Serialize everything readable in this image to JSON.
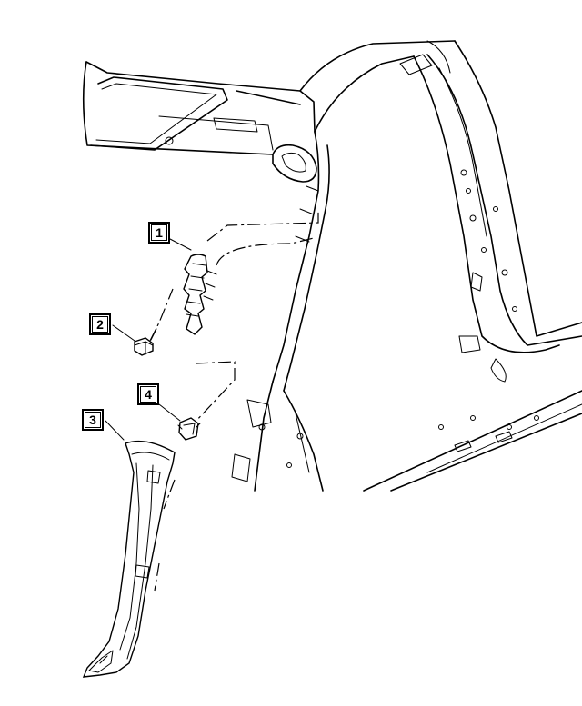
{
  "callouts": [
    {
      "number": "1",
      "part": "seat-belt-height-adjuster"
    },
    {
      "number": "2",
      "part": "bolt"
    },
    {
      "number": "3",
      "part": "b-pillar-trim-panel"
    },
    {
      "number": "4",
      "part": "retainer-clip"
    }
  ]
}
